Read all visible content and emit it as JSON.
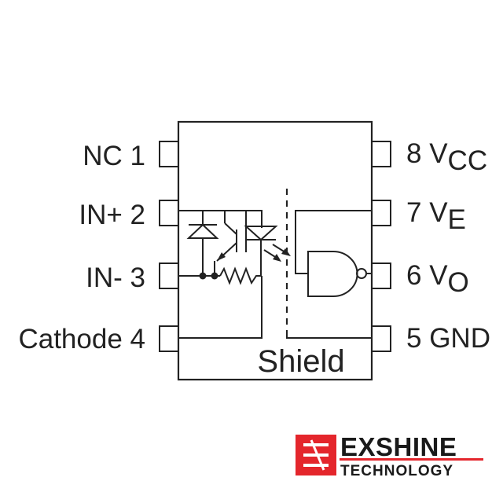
{
  "pins_left": [
    {
      "label": "NC 1"
    },
    {
      "label": "IN+ 2"
    },
    {
      "label": "IN- 3"
    },
    {
      "label": "Cathode 4"
    }
  ],
  "pins_right": [
    {
      "prefix": "8 V",
      "sub": "CC"
    },
    {
      "prefix": "7 V",
      "sub": "E"
    },
    {
      "prefix": "6 V",
      "sub": "O"
    },
    {
      "prefix": "5 GND",
      "sub": ""
    }
  ],
  "shield_label": "Shield",
  "logo": {
    "name": "EXSHINE",
    "subtitle": "TECHNOLOGY",
    "color": "#e4262c"
  },
  "colors": {
    "line": "#222222",
    "background": "#ffffff"
  }
}
